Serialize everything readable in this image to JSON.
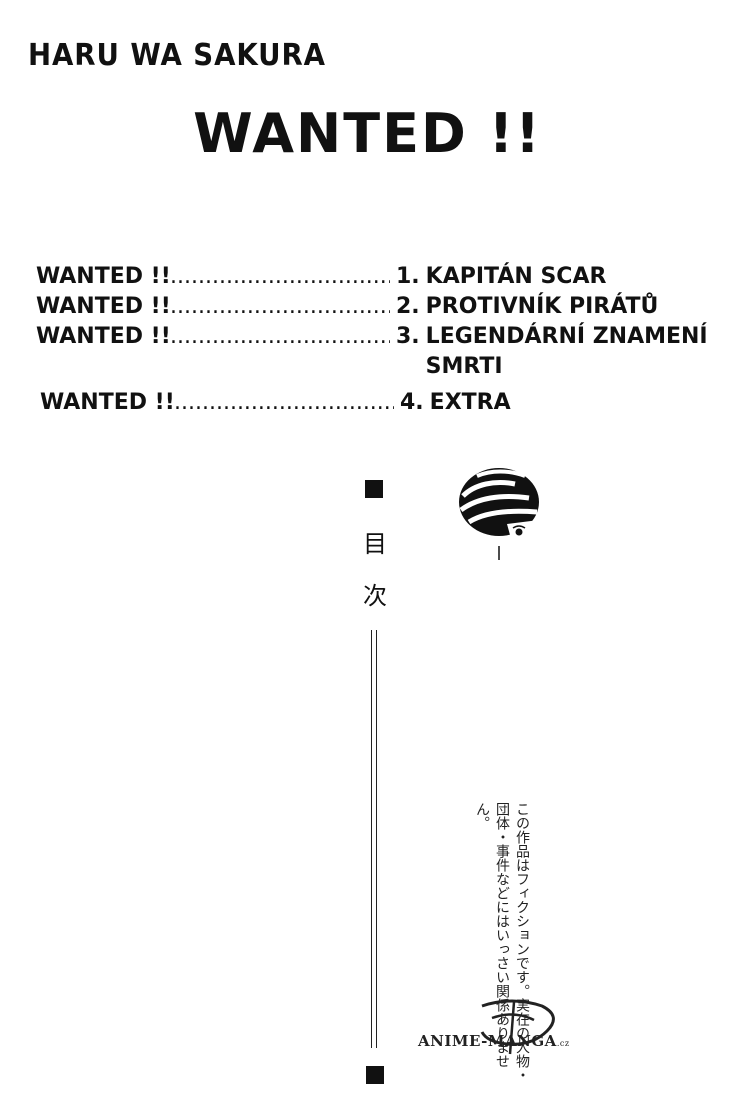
{
  "header": {
    "series_title": "HARU WA SAKURA",
    "main_title": "WANTED !!"
  },
  "toc": {
    "entries": [
      {
        "label": "WANTED !!",
        "number": "1.",
        "chapter": "KAPITÁN SCAR"
      },
      {
        "label": "WANTED !!",
        "number": "2.",
        "chapter": "PROTIVNÍK PIRÁTŮ"
      },
      {
        "label": "WANTED !!",
        "number": "3.",
        "chapter": "LEGENDÁRNÍ ZNAMENÍ SMRTI"
      },
      {
        "label": "WANTED !!",
        "number": "4.",
        "chapter": "EXTRA"
      }
    ]
  },
  "japanese": {
    "contents_char_1": "目",
    "contents_char_2": "次",
    "disclaimer": "この作品はフィクションです。実在の人物・団体・事件などにはいっさい関係ありません。"
  },
  "watermark": {
    "text": "ANIME-MANGA",
    "tld": ".cz"
  }
}
